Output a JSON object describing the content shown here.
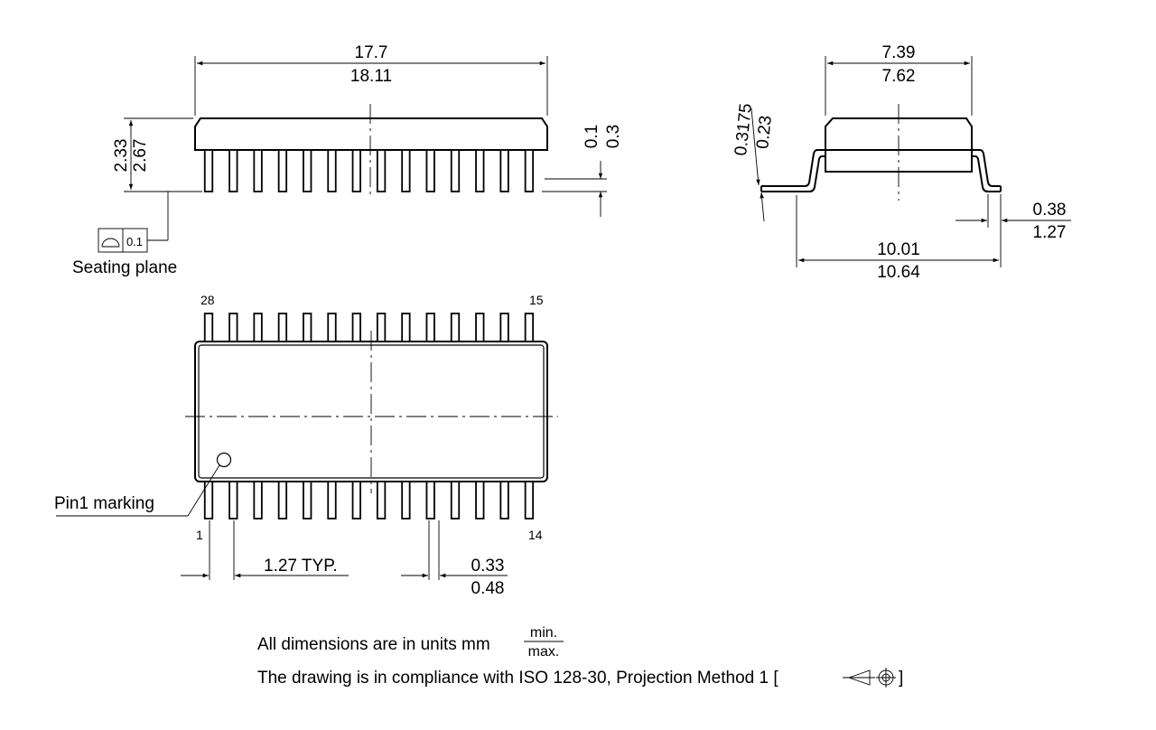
{
  "side_view": {
    "length_min": "17.7",
    "length_max": "18.11",
    "height_min": "2.33",
    "height_max": "2.67",
    "standoff_min": "0.1",
    "standoff_max": "0.3",
    "flatness_tolerance": "0.1",
    "seating_plane_label": "Seating plane"
  },
  "end_view": {
    "body_width_min": "7.39",
    "body_width_max": "7.62",
    "lead_thickness_min": "0.23",
    "lead_thickness_max": "0.3175",
    "lead_foot_min": "0.38",
    "lead_foot_max": "1.27",
    "overall_width_min": "10.01",
    "overall_width_max": "10.64"
  },
  "top_view": {
    "pin_top_left": "28",
    "pin_top_right": "15",
    "pin_bottom_left": "1",
    "pin_bottom_right": "14",
    "pin1_marking_label": "Pin1 marking",
    "pitch_label": "1.27 TYP.",
    "lead_width_min": "0.33",
    "lead_width_max": "0.48"
  },
  "notes": {
    "units_text": "All dimensions are in units mm",
    "units_min": "min.",
    "units_max": "max.",
    "iso_text": "The drawing is in compliance with ISO 128-30, Projection Method 1 [",
    "iso_close": "]"
  }
}
